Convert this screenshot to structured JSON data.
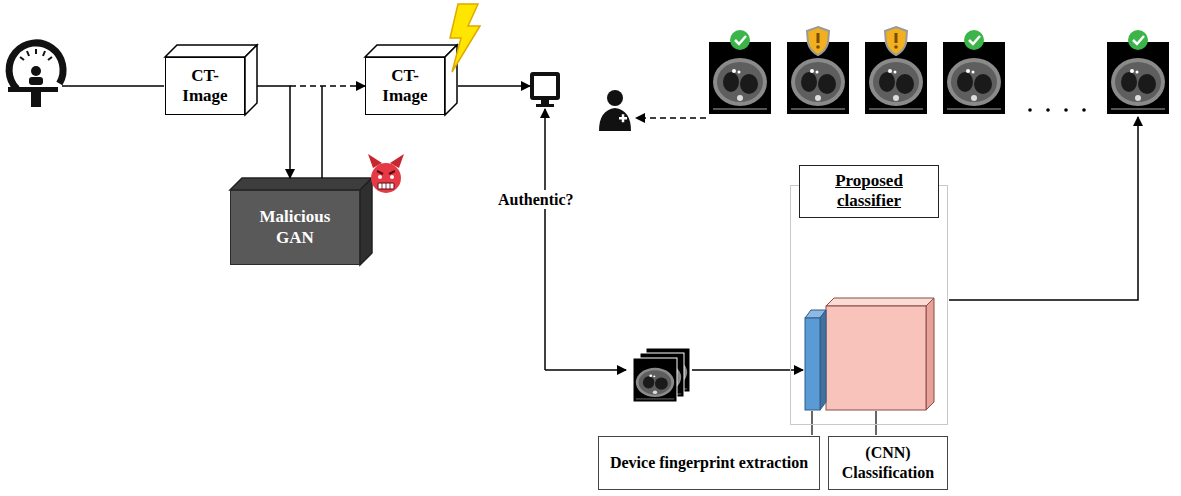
{
  "diagram": {
    "nodes": [
      {
        "text": [
          "CT-Image"
        ]
      },
      {
        "text": [
          "CT-Image"
        ]
      },
      {
        "text": [
          "Malicious GAN"
        ]
      },
      {
        "text": [
          "Proposed classifier"
        ]
      },
      {
        "text": [
          "Device fingerprint extraction"
        ]
      },
      {
        "text": [
          "(CNN) Classification"
        ]
      }
    ],
    "edges": [
      {
        "from": 0,
        "to": 2,
        "arrow": "to"
      },
      {
        "from": 2,
        "to": 1,
        "arrow": "to"
      }
    ],
    "labels": [
      "Authentic?"
    ]
  }
}
